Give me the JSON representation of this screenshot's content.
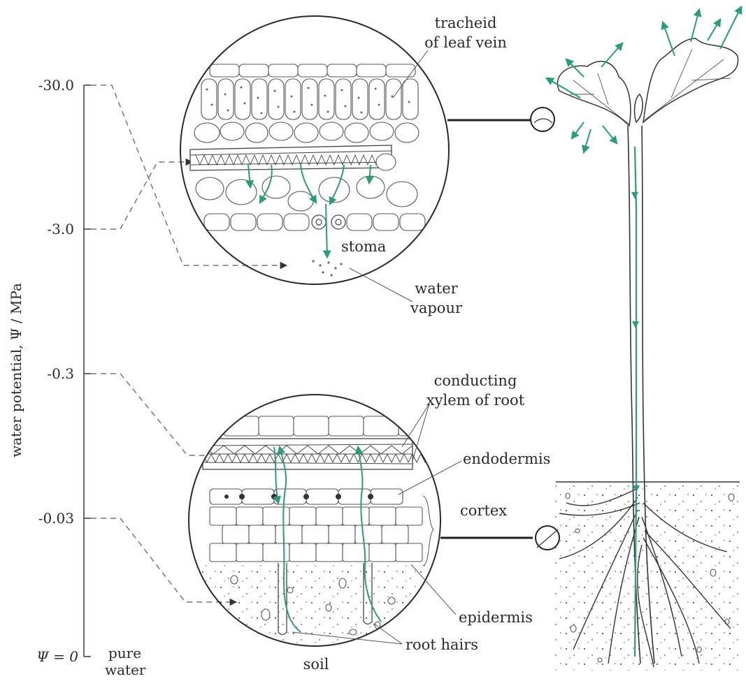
{
  "axis": {
    "title": "water potential, Ψ / MPa",
    "ticks": [
      "-30.0",
      "-3.0",
      "-0.3",
      "-0.03"
    ],
    "zero_label_prefix": "Ψ = 0",
    "zero_label_a": "pure",
    "zero_label_b": "water"
  },
  "labels": {
    "tracheid_1": "tracheid",
    "tracheid_2": "of leaf vein",
    "stoma": "stoma",
    "vapour_1": "water",
    "vapour_2": "vapour",
    "conducting_1": "conducting",
    "conducting_2": "xylem of root",
    "endodermis": "endodermis",
    "cortex": "cortex",
    "epidermis": "epidermis",
    "root_hairs": "root hairs",
    "soil": "soil"
  },
  "colors": {
    "ink": "#2a2a2a",
    "dash": "#777777",
    "water_flow": "#2e9b7a",
    "paper": "#ffffff"
  }
}
